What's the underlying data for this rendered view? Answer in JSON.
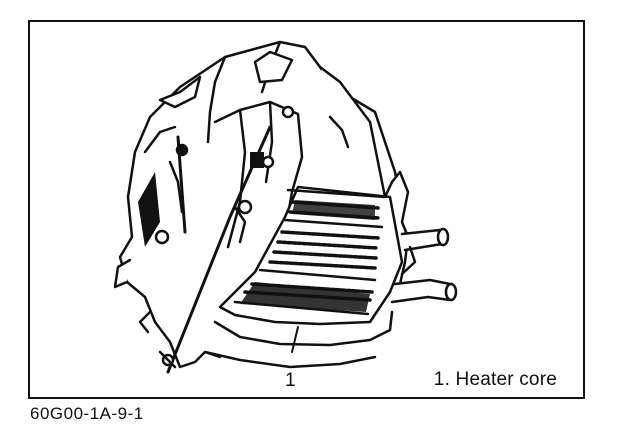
{
  "legend": {
    "item_1": "1. Heater core"
  },
  "callouts": {
    "heater_core_number": "1"
  },
  "figure": {
    "code": "60G00-1A-9-1"
  }
}
